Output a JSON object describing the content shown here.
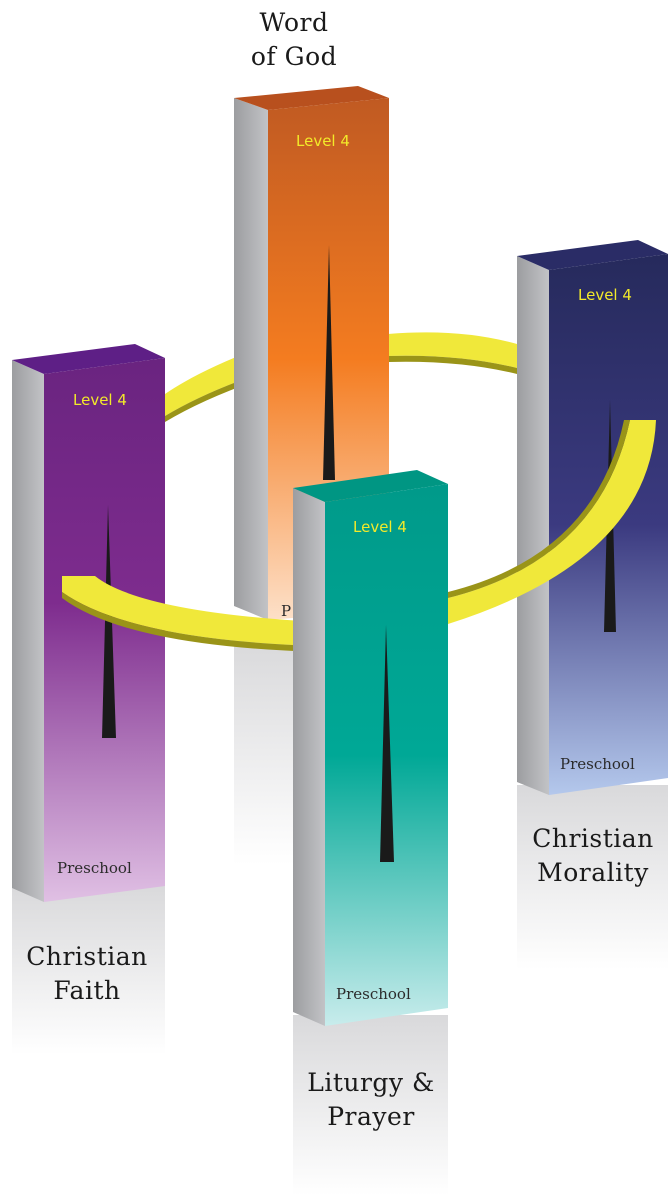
{
  "pillars": {
    "word_of_god": {
      "title_line1": "Word",
      "title_line2": "of God",
      "top_label": "Level 4",
      "bottom_label": "P",
      "color_top": "#c05a22",
      "color_mid": "#f47c20",
      "color_bottom": "#fde0c8"
    },
    "christian_morality": {
      "title_line1": "Christian",
      "title_line2": "Morality",
      "top_label": "Level 4",
      "bottom_label": "Preschool",
      "color_top": "#262a5c",
      "color_mid": "#3b3a80",
      "color_bottom": "#b4c8ec"
    },
    "christian_faith": {
      "title_line1": "Christian",
      "title_line2": "Faith",
      "top_label": "Level 4",
      "bottom_label": "Preschool",
      "color_top": "#6a2480",
      "color_mid": "#7e2c8e",
      "color_bottom": "#e0c0e4"
    },
    "liturgy_prayer": {
      "title_line1": "Liturgy &",
      "title_line2": "Prayer",
      "top_label": "Level 4",
      "bottom_label": "Preschool",
      "color_top": "#009a8a",
      "color_mid": "#00a896",
      "color_bottom": "#c8ecec"
    }
  },
  "ring_color": "#f0e83a",
  "ring_shadow_color": "#9a9418",
  "side_color": "#a9aaad",
  "needle_color": "#1a1a1a"
}
